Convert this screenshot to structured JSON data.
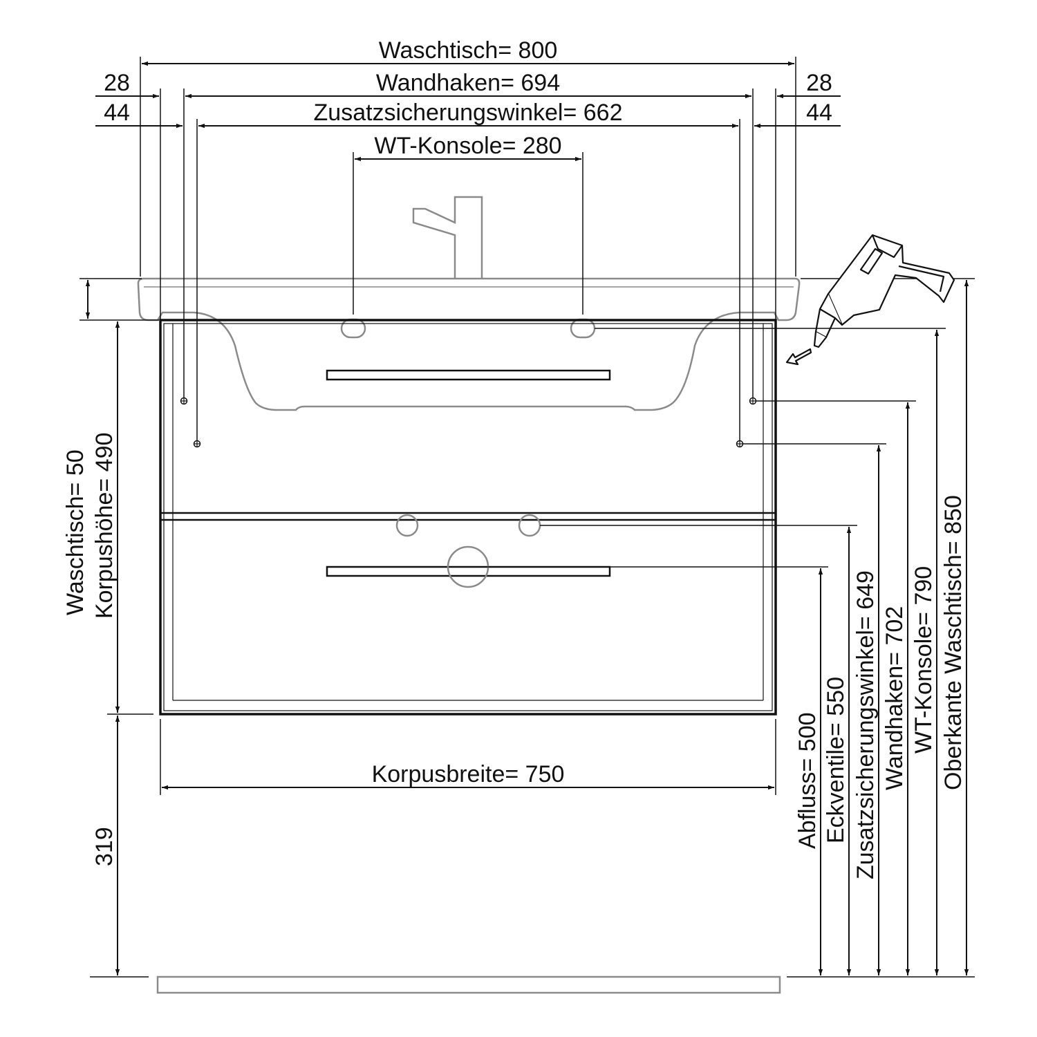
{
  "colors": {
    "line": "#111111",
    "basin": "#8a8a8a",
    "background": "#ffffff"
  },
  "horizontal_dimensions": {
    "waschtisch": "Waschtisch=  800",
    "wandhaken": "Wandhaken=  694",
    "zusatzsicherungswinkel": "Zusatzsicherungswinkel=  662",
    "wt_konsole": "WT-Konsole= 280",
    "korpusbreite": "Korpusbreite=  750",
    "left_offset_1": "28",
    "left_offset_2": "44",
    "right_offset_1": "28",
    "right_offset_2": "44"
  },
  "vertical_dimensions": {
    "waschtisch_height": "Waschtisch=  50",
    "korpushoehe": "Korpushöhe=  490",
    "floor_gap": "319",
    "abfluss": "Abfluss=  500",
    "eckventile": "Eckventile=  550",
    "zusatzsicherungswinkel": "Zusatzsicherungswinkel=  649",
    "wandhaken": "Wandhaken=  702",
    "wt_konsole": "WT-Konsole= 790",
    "oberkante_waschtisch": "Oberkante Waschtisch=  850"
  },
  "icons": [
    "drill-icon",
    "arrow-icon"
  ]
}
